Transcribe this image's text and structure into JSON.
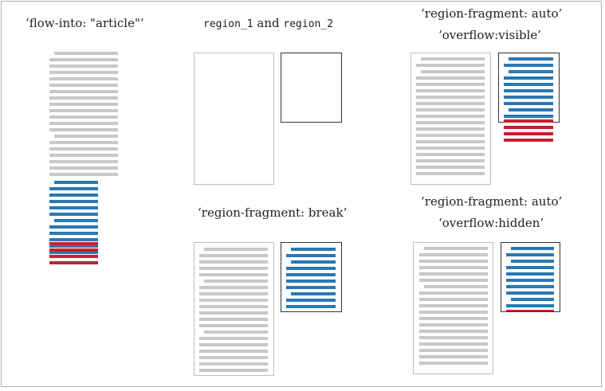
{
  "labels": {
    "flow_into": "‘flow-into: \"article\"’",
    "regions_part1": "region_1",
    "regions_and": "and",
    "regions_part2": "region_2",
    "fragment_break": "‘region-fragment: break’",
    "fragment_auto_visible_1": "‘region-fragment: auto’",
    "fragment_auto_visible_2": "‘overflow:visible’",
    "fragment_auto_hidden_1": "‘region-fragment: auto’",
    "fragment_auto_hidden_2": "‘overflow:hidden’"
  },
  "colors": {
    "grey_text": "#c8c8c8",
    "blue_text": "#2a78b2",
    "red_text": "#c0242f",
    "region_border": "#333333",
    "page_border": "#bdbdbd"
  }
}
